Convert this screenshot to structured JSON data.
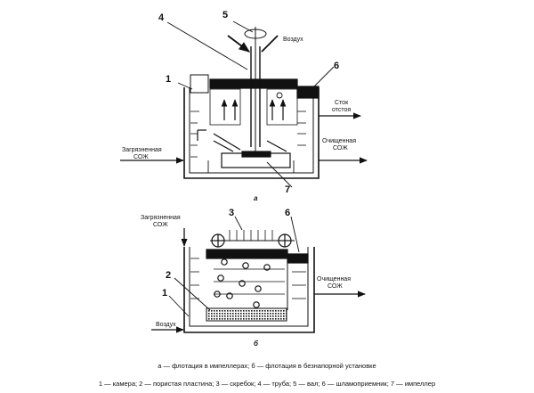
{
  "diagram_a": {
    "labels": {
      "n1": "1",
      "n4": "4",
      "n5": "5",
      "n6": "6",
      "n7": "7",
      "air": "Воздух",
      "sludge_1": "Сток",
      "sludge_2": "отстоя",
      "dirty_1": "Загрязненная",
      "dirty_2": "СОЖ",
      "clean_1": "Очищенная",
      "clean_2": "СОЖ"
    },
    "sublabel": "а"
  },
  "diagram_b": {
    "labels": {
      "dirty_1": "Загрязненная",
      "dirty_2": "СОЖ",
      "n3": "3",
      "n6": "6",
      "n2": "2",
      "n1": "1",
      "air": "Воздух",
      "clean_1": "Очищенная",
      "clean_2": "СОЖ"
    },
    "sublabel": "б"
  },
  "caption": "а — флотация в импеллерах; б — флотация в безнапорной установке",
  "legend": "1 — камера; 2 — пористая пластина; 3 — скребок; 4 — труба; 5 — вал; 6 — шламоприемник; 7 — импеллер"
}
